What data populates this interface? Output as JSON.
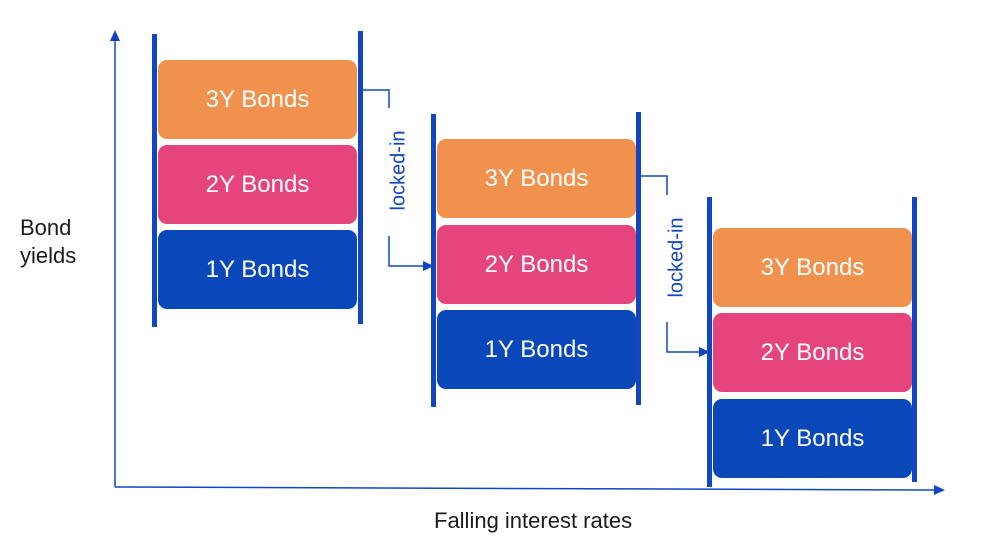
{
  "colors": {
    "bond_3y": "#F0924E",
    "bond_2y": "#E5447D",
    "bond_1y": "#0A47B8",
    "line": "#1146C2"
  },
  "axes": {
    "y_label": "Bond\nyields",
    "x_label": "Falling interest rates"
  },
  "stacks": [
    {
      "bonds": [
        {
          "label": "3Y Bonds"
        },
        {
          "label": "2Y Bonds"
        },
        {
          "label": "1Y Bonds"
        }
      ]
    },
    {
      "bonds": [
        {
          "label": "3Y Bonds"
        },
        {
          "label": "2Y Bonds"
        },
        {
          "label": "1Y Bonds"
        }
      ]
    },
    {
      "bonds": [
        {
          "label": "3Y Bonds"
        },
        {
          "label": "2Y Bonds"
        },
        {
          "label": "1Y Bonds"
        }
      ]
    }
  ],
  "connectors": [
    {
      "label": "locked-in"
    },
    {
      "label": "locked-in"
    }
  ]
}
